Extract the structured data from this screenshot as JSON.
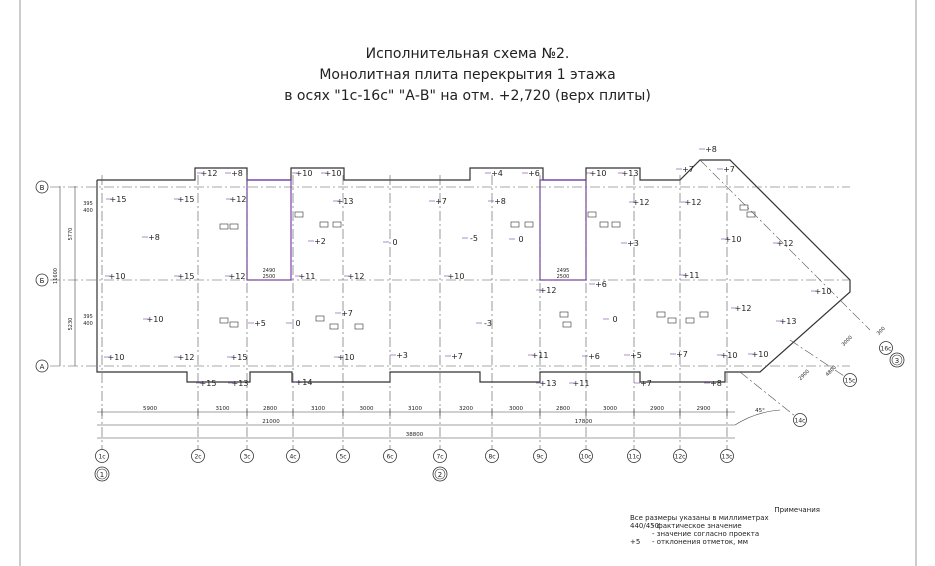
{
  "title": {
    "line1": "Исполнительная схема №2.",
    "line2": "Монолитная плита перекрытия 1 этажа",
    "line3": "в осях \"1с-16с\" \"А-В\" на отм. +2,720 (верх плиты)"
  },
  "axes_letters": [
    "В",
    "Б",
    "А"
  ],
  "axes_numbers": [
    "1с",
    "2с",
    "3с",
    "4с",
    "5с",
    "6с",
    "7с",
    "8с",
    "9с",
    "10с",
    "11с",
    "12с",
    "13с"
  ],
  "axes_diag": [
    "14с",
    "15с",
    "16с"
  ],
  "circles": [
    "1",
    "2",
    "3"
  ],
  "dims_row1": [
    "5900",
    "3100",
    "2800",
    "3100",
    "3000",
    "3100",
    "3200",
    "3000",
    "2800",
    "3000",
    "2900",
    "2900"
  ],
  "dims_row2": [
    "21000",
    "17800"
  ],
  "dims_row3": [
    "38800"
  ],
  "dims_left": [
    "11600",
    "5770",
    "5230"
  ],
  "dims_left_small": [
    "395",
    "400",
    "395",
    "400"
  ],
  "dims_diag": [
    "3000",
    "2900",
    "4800",
    "300"
  ],
  "dims_inner": [
    "2490",
    "2500",
    "2495",
    "2500"
  ],
  "angle": "45°",
  "marks": {
    "rowB": [
      "+15",
      "+15",
      "+12",
      "+13",
      "+7",
      "+8",
      "+12",
      "+12"
    ],
    "rowBmid": [
      "+8",
      "+2",
      "0",
      "-5",
      "0",
      "+3",
      "+10",
      "+12"
    ],
    "rowBot": [
      "+10",
      "+15",
      "+12",
      "+11",
      "+12",
      "+10",
      "+12",
      "+6",
      "+11",
      "+10"
    ],
    "rowAmid": [
      "+10",
      "+5",
      "0",
      "+7",
      "-3",
      "0",
      "+12",
      "+13"
    ],
    "rowA": [
      "+10",
      "+12",
      "+15",
      "+10",
      "+3",
      "+7",
      "+11",
      "+6",
      "+5",
      "+7",
      "+10",
      "+10"
    ],
    "top": [
      "+12",
      "+8",
      "+10",
      "+10",
      "+4",
      "+6",
      "+10",
      "+13",
      "+7",
      "+8",
      "+7"
    ],
    "bottom": [
      "+15",
      "+13",
      "+14",
      "+13",
      "+11",
      "+7",
      "+8"
    ]
  },
  "notes": {
    "heading": "Примечания",
    "line1": "Все размеры указаны в миллиметрах",
    "line2_sym": "440/450",
    "line2": "- фактическое значение",
    "line3": "- значение согласно проекта",
    "line4_sym": "+5",
    "line4": "- отклонения отметок, мм"
  },
  "colors": {
    "line": "#333333",
    "accent": "#7b3fb5"
  }
}
